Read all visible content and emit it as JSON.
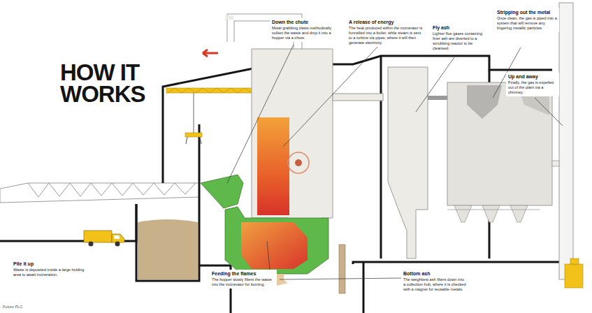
{
  "diagram": {
    "title": "HOW IT WORKS",
    "nodes": [
      {
        "text": [
          "Down the chute",
          "Metal grabbing claws methodically collect the waste and drop it into a hopper via a chute."
        ]
      },
      {
        "text": [
          "A release of energy",
          "The heat produced within the incinerator is funnelled into a boiler, while steam is sent to a turbine via pipes, where it will then generate electricity."
        ]
      },
      {
        "text": [
          "Fly ash",
          "Lighter flue gases containing finer ash are diverted to a scrubbing reactor to be cleansed."
        ]
      },
      {
        "text": [
          "Stripping out the metal",
          "Once clean, the gas is piped into a system that will remove any lingering metallic particles."
        ]
      },
      {
        "text": [
          "Up and away",
          "Finally, the gas is expelled out of the plant via a chimney."
        ]
      },
      {
        "text": [
          "Pile it up",
          "Waste is deposited inside a large holding area to await incineration."
        ]
      },
      {
        "text": [
          "Feeding the flames",
          "The hopper slowly filters the waste into the incinerator for burning."
        ]
      },
      {
        "text": [
          "Bottom ash",
          "The weightiest ash filters down into a collection hub, where it is checked with a magnet for reusable metals."
        ]
      }
    ],
    "labels": [
      "Future PLC"
    ]
  }
}
